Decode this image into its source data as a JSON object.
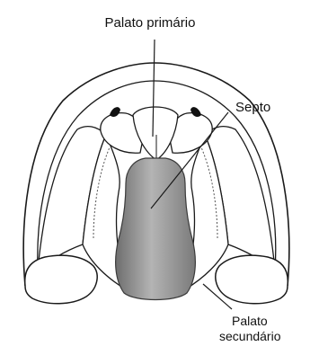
{
  "labels": {
    "primary_palate": "Palato primário",
    "septum": "Septo",
    "secondary_palate_line1": "Palato",
    "secondary_palate_line2": "secundário"
  },
  "colors": {
    "ink": "#1a1a1a",
    "septum_fill": "#8a8a8a",
    "background": "#ffffff"
  }
}
